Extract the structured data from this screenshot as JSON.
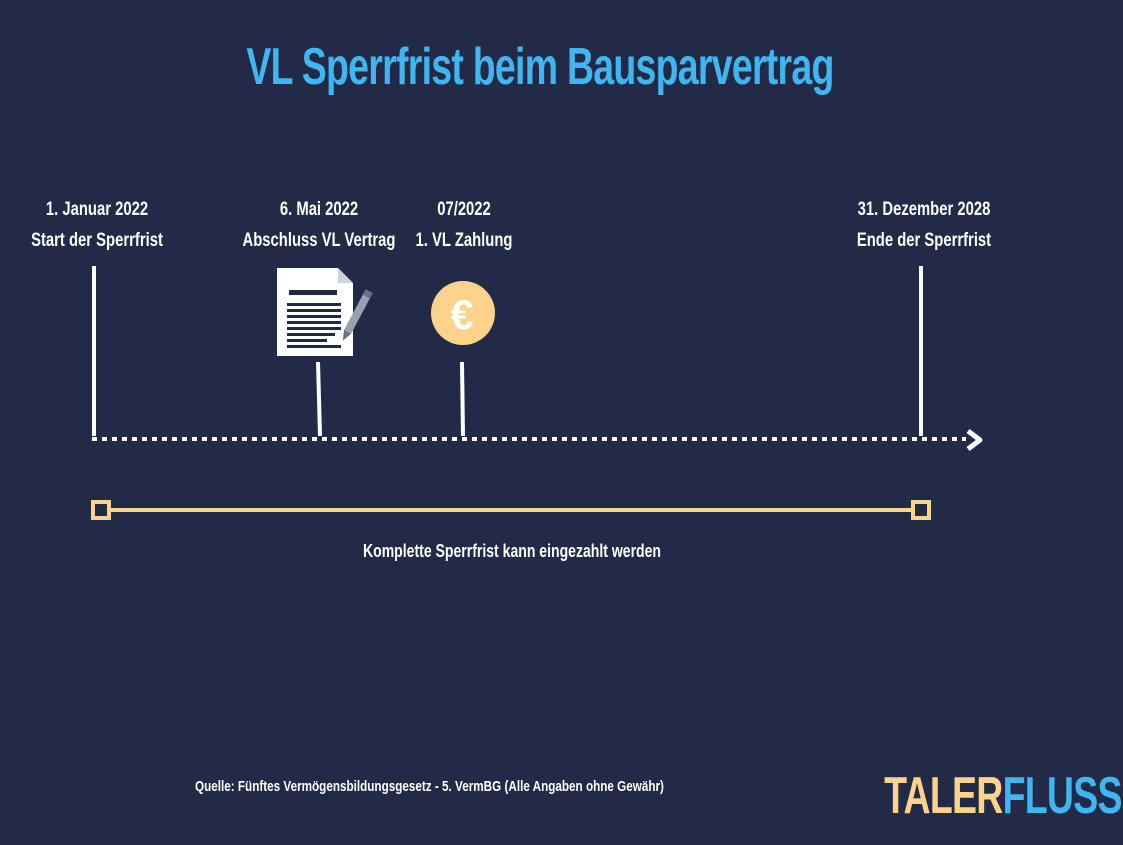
{
  "title": "VL Sperrfrist beim Bausparvertrag",
  "milestones": [
    {
      "date": "1. Januar 2022",
      "label": "Start der Sperrfrist"
    },
    {
      "date": "6. Mai 2022",
      "label": "Abschluss VL Vertrag"
    },
    {
      "date": "07/2022",
      "label": "1. VL  Zahlung"
    },
    {
      "date": "31. Dezember 2028",
      "label": "Ende der Sperrfrist"
    }
  ],
  "euro_symbol": "€",
  "span_caption": "Komplette Sperrfrist kann eingezahlt werden",
  "source": "Quelle: Fünftes Vermögensbildungsgesetz - 5. VermBG (Alle Angaben ohne Gewähr)",
  "logo": {
    "part1": "TALER",
    "part2": "FLUSS"
  },
  "icons": {
    "document": "contract-document-icon",
    "coin": "euro-coin-icon"
  },
  "colors": {
    "background": "#222a47",
    "title": "#3fb6f0",
    "accent": "#fbd38c",
    "line": "#ffffff"
  }
}
